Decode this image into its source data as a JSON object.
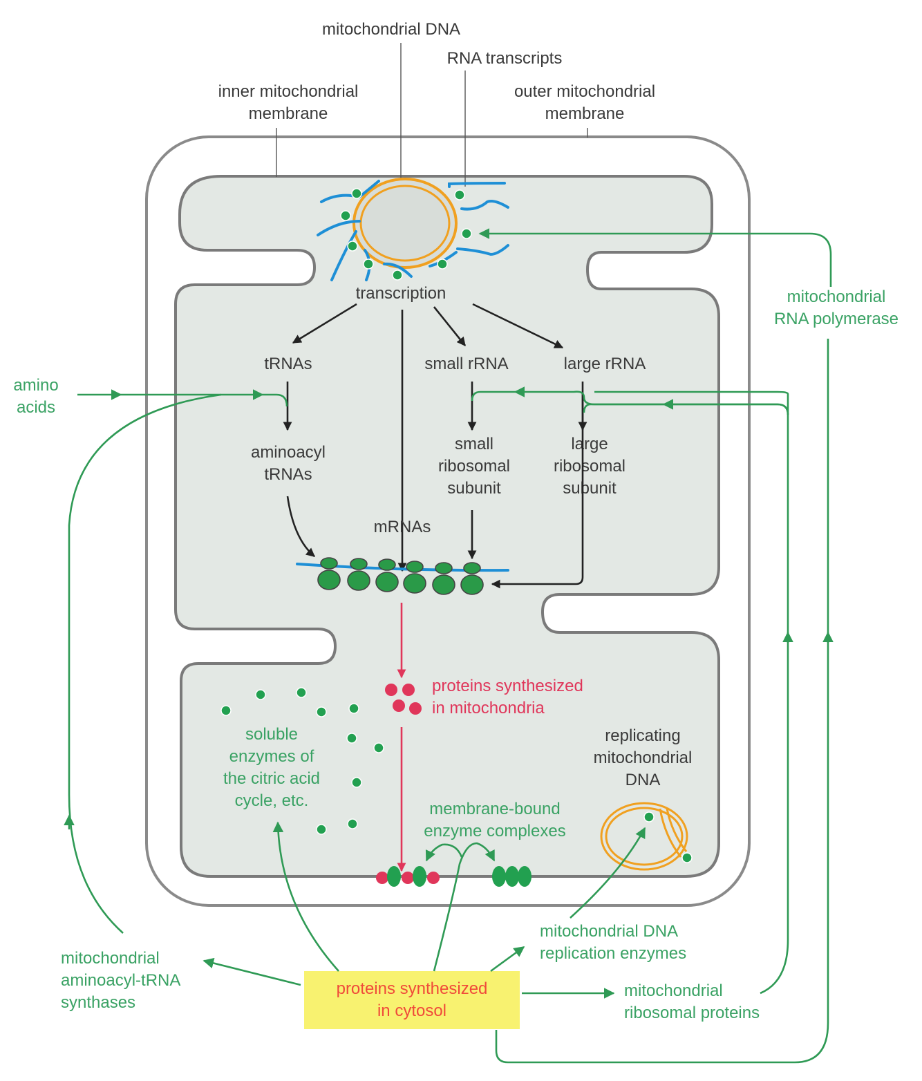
{
  "figure": {
    "title": "Mitochondrial genetic system and protein import",
    "colors": {
      "label_black": "#3a3a3a",
      "label_green": "#3aa264",
      "label_red": "#e0365a",
      "cytosol_box_bg": "#f8f270",
      "cytosol_box_text": "#f04a3a",
      "matrix_fill": "#e3e8e4",
      "membrane": "#7a7a7a",
      "rna_blue": "#1e8fd6",
      "dna_orange": "#f0a020",
      "protein_green": "#22a050",
      "protein_red": "#e0365a"
    }
  },
  "labels": {
    "mitochondrial_dna": "mitochondrial DNA",
    "rna_transcripts": "RNA transcripts",
    "inner_membrane": [
      "inner mitochondrial",
      "membrane"
    ],
    "outer_membrane": [
      "outer mitochondrial",
      "membrane"
    ],
    "transcription": "transcription",
    "trnas": "tRNAs",
    "small_rrna": "small rRNA",
    "large_rrna": "large rRNA",
    "aminoacyl_trnas": [
      "aminoacyl",
      "tRNAs"
    ],
    "small_subunit": [
      "small",
      "ribosomal",
      "subunit"
    ],
    "large_subunit": [
      "large",
      "ribosomal",
      "subunit"
    ],
    "mrnas": "mRNAs",
    "amino_acids": [
      "amino",
      "acids"
    ],
    "rna_polymerase": [
      "mitochondrial",
      "RNA polymerase"
    ],
    "proteins_mito": [
      "proteins synthesized",
      "in mitochondria"
    ],
    "soluble_enzymes": [
      "soluble",
      "enzymes of",
      "the citric acid",
      "cycle, etc."
    ],
    "replicating_dna": [
      "replicating",
      "mitochondrial",
      "DNA"
    ],
    "membrane_bound": [
      "membrane-bound",
      "enzyme complexes"
    ],
    "aminoacyl_synthases": [
      "mitochondrial",
      "aminoacyl-tRNA",
      "synthases"
    ],
    "proteins_cytosol": [
      "proteins synthesized",
      "in cytosol"
    ],
    "dna_replication_enzymes": [
      "mitochondrial DNA",
      "replication enzymes"
    ],
    "ribosomal_proteins": [
      "mitochondrial",
      "ribosomal proteins"
    ]
  }
}
